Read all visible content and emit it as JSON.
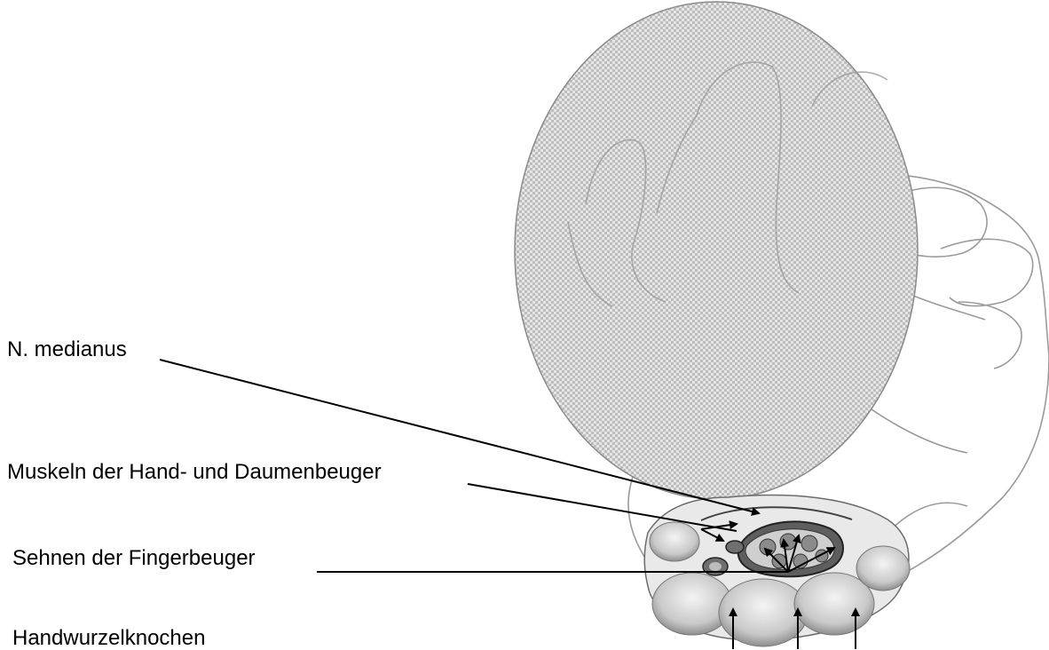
{
  "labels": {
    "nerve": "N. medianus",
    "muscles": "Muskeln der Hand- und Daumenbeuger",
    "tendons": "Sehnen der Fingerbeuger",
    "carpal_bones": "Handwurzelknochen"
  },
  "colors": {
    "ink": "#000000",
    "sketch": "#9a9a9a",
    "bone": "#d6d6d6",
    "pattern_light": "#e6e6e6",
    "pattern_dark": "#bdbdbd"
  }
}
